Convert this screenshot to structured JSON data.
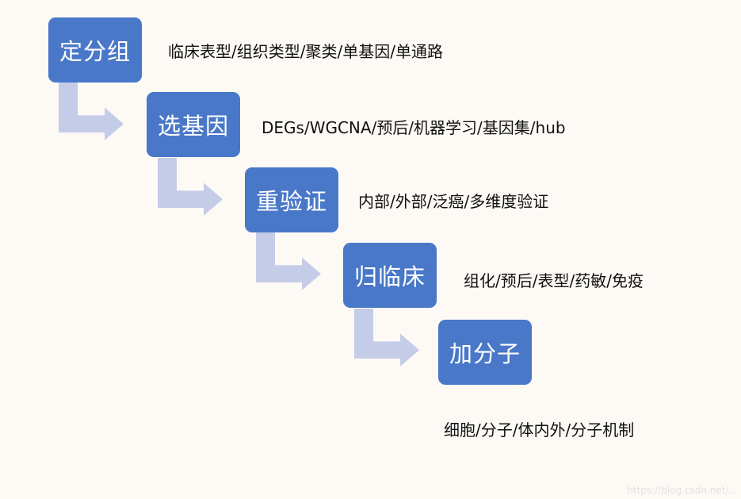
{
  "colors": {
    "box_fill": "#4a78c8",
    "box_text": "#ffffff",
    "arrow_fill": "#c5cce8",
    "background": "#fdfaf6"
  },
  "steps": [
    {
      "title": "定分组",
      "desc": "临床表型/组织类型/聚类/单基因/单通路"
    },
    {
      "title": "选基因",
      "desc": "DEGs/WGCNA/预后/机器学习/基因集/hub"
    },
    {
      "title": "重验证",
      "desc": "内部/外部/泛癌/多维度验证"
    },
    {
      "title": "归临床",
      "desc": "组化/预后/表型/药敏/免疫"
    },
    {
      "title": "加分子",
      "desc": "细胞/分子/体内外/分子机制"
    }
  ],
  "watermark": "https://blog.csdn.net/..."
}
